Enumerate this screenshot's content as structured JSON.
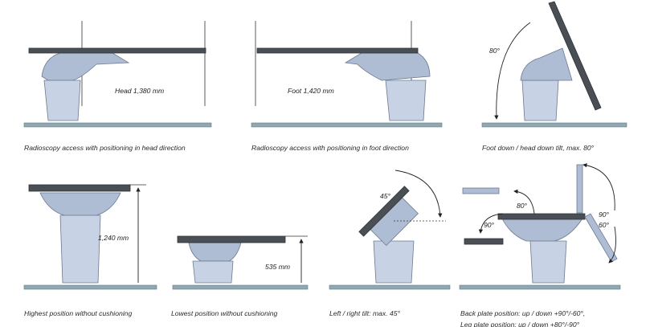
{
  "panels": [
    {
      "caption": "Radioscopy access with positioning in head direction",
      "dimension": "Head 1,380 mm"
    },
    {
      "caption": "Radioscopy access with positioning in foot direction",
      "dimension": "Foot 1,420 mm"
    },
    {
      "caption": "Foot down / head down tilt, max. 80°",
      "angle": "80°"
    },
    {
      "caption": "Highest position without cushioning",
      "dimension": "1,240 mm"
    },
    {
      "caption": "Lowest position without cushioning",
      "dimension": "535 mm"
    },
    {
      "caption": "Left / right tilt: max. 45°",
      "angle": "45°"
    },
    {
      "caption_line1": "Back plate position: up / down +90°/-60°,",
      "caption_line2": "Leg plate position: up / down +80°/-90°",
      "angles": [
        "80°",
        "90°",
        "90°",
        "60°"
      ]
    }
  ]
}
